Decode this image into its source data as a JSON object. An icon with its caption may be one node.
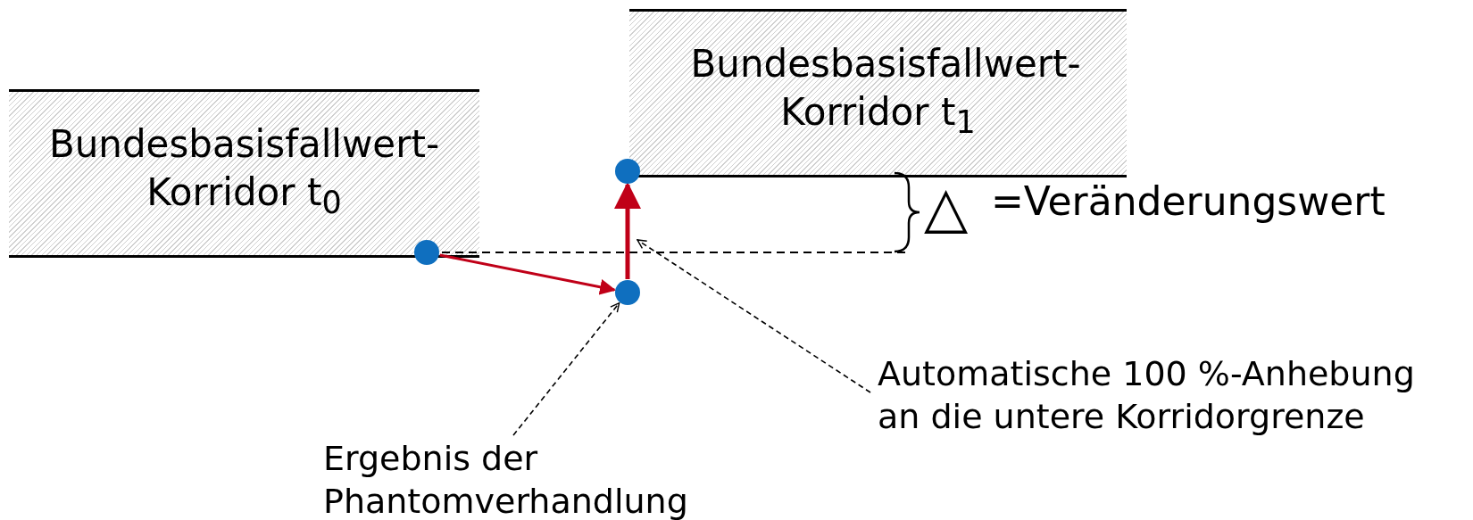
{
  "diagram": {
    "nodes": [
      {
        "text": [
          "Bundesbasisfallwert- Korridor t$_{0}$"
        ]
      },
      {
        "text": [
          "Bundesbasisfallwert- Korridor t$_{1}$"
        ]
      },
      {
        "text": [],
        "shape": "circle"
      },
      {
        "text": [],
        "shape": "circle"
      },
      {
        "text": [],
        "shape": "circle"
      },
      {
        "text": [
          "Automatische 100 %-Anhebung an die untere Korridorgrenze"
        ]
      },
      {
        "text": [
          "Ergebnis der Phantomverhandlung"
        ]
      }
    ],
    "edges": [
      {
        "from": 2,
        "to": 3,
        "arrow": "to",
        "color": "#c00018"
      },
      {
        "from": 3,
        "to": 4,
        "arrow": "to",
        "style": "thick",
        "color": "#c00018"
      },
      {
        "from": 6,
        "to": 3,
        "arrow": "to",
        "style": "dashed",
        "color": "#000000"
      },
      {
        "from": 5,
        "to": null,
        "arrow": "to",
        "style": "dashed",
        "color": "#000000"
      }
    ],
    "labels": [
      "△",
      "=Veränderungswert"
    ]
  }
}
